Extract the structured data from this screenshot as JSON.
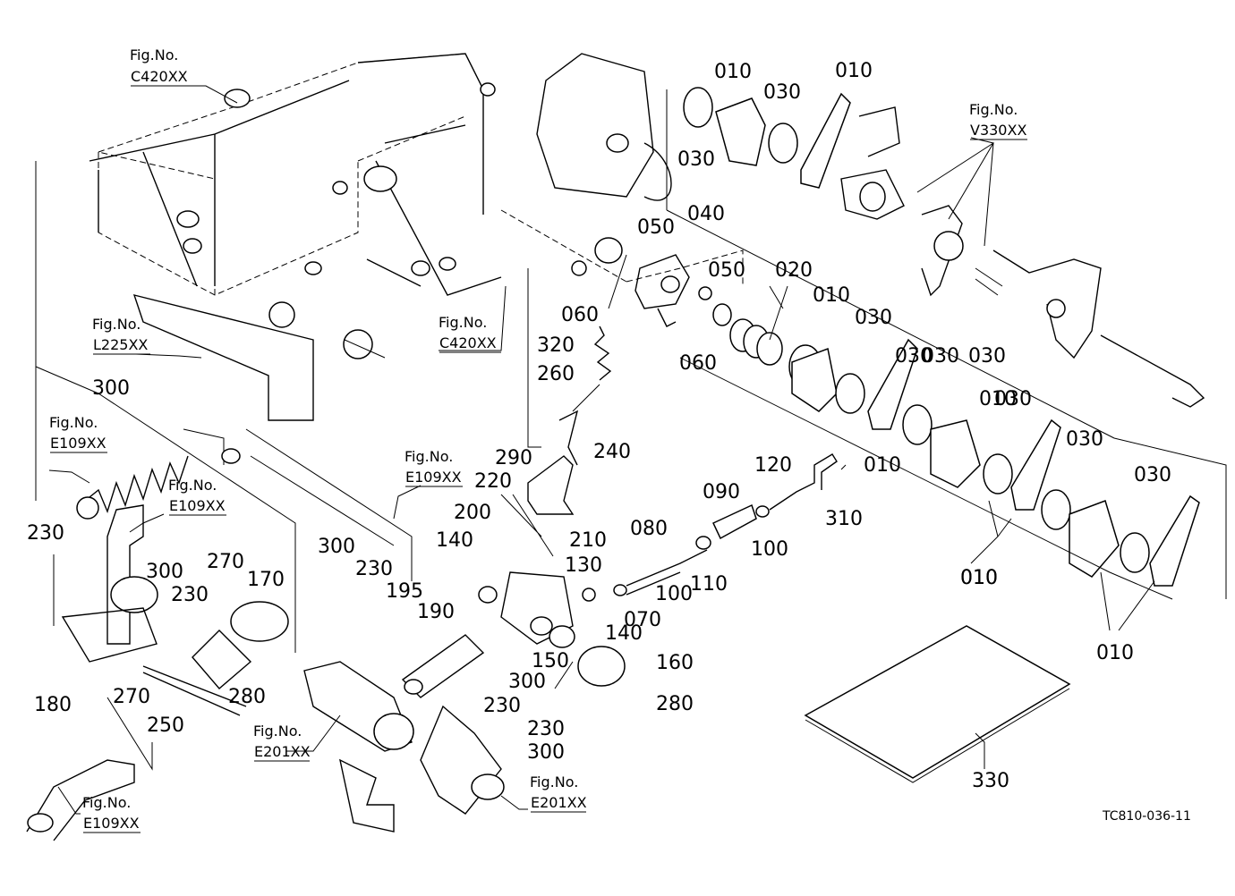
{
  "figure_refs": [
    "C420XX",
    "L225XX",
    "C420XX",
    "E109XX",
    "E109XX",
    "E109XX",
    "E201XX",
    "E201XX",
    "E109XX",
    "V330XX"
  ],
  "fig_prefix": "Fig.No.",
  "callouts": [
    "010",
    "030",
    "010",
    "030",
    "030",
    "010",
    "030",
    "010",
    "050",
    "040",
    "050",
    "060",
    "060",
    "020",
    "320",
    "260",
    "240",
    "290",
    "220",
    "200",
    "210",
    "140",
    "130",
    "080",
    "090",
    "120",
    "100",
    "310",
    "110",
    "100",
    "070",
    "140",
    "160",
    "150",
    "300",
    "230",
    "280",
    "195",
    "190",
    "230",
    "300",
    "300",
    "230",
    "300",
    "270",
    "230",
    "170",
    "180",
    "270",
    "250",
    "280",
    "010",
    "030",
    "010",
    "030",
    "030",
    "030",
    "010",
    "030",
    "010",
    "300",
    "230",
    "330"
  ],
  "drawing_code": "TC810-036-11"
}
